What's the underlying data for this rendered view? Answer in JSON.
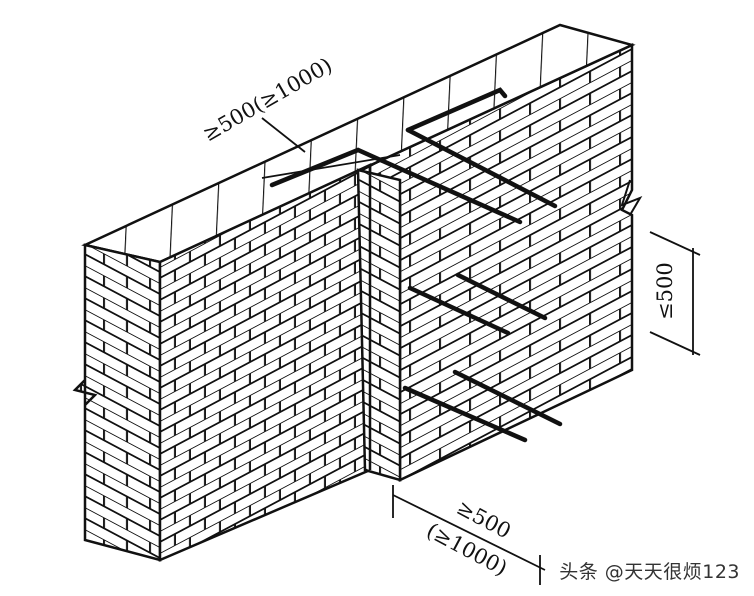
{
  "diagram": {
    "title": "Brick wall T-junction with tie reinforcement bars (isometric)",
    "labels": {
      "top_length": "≥500(≥1000)",
      "side_spacing": "≤500",
      "bottom_length_line1": "≥500",
      "bottom_length_line2": "(≥1000)"
    },
    "elements": [
      "main wall",
      "cross wall",
      "L-shaped tie bars (4 levels)",
      "dimension lines",
      "break lines"
    ],
    "colors": {
      "line": "#111111",
      "background": "#ffffff"
    }
  },
  "watermark": {
    "text": "头条 @天天很烦123"
  }
}
